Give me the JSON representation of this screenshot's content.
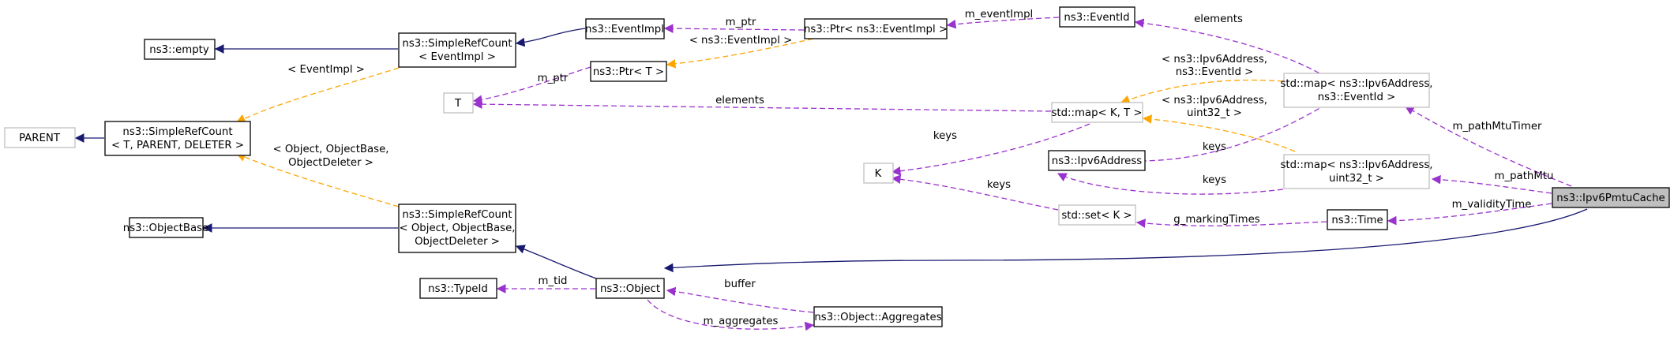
{
  "diagram": {
    "type": "collaboration-graph",
    "nodes": [
      {
        "id": "empty",
        "lines": [
          "ns3::empty"
        ],
        "style": "normal"
      },
      {
        "id": "simplerefcount_eventimpl",
        "lines": [
          "ns3::SimpleRefCount",
          "< EventImpl >"
        ],
        "style": "normal"
      },
      {
        "id": "eventimpl",
        "lines": [
          "ns3::EventImpl"
        ],
        "style": "normal"
      },
      {
        "id": "ptr_eventimpl",
        "lines": [
          "ns3::Ptr< ns3::EventImpl >"
        ],
        "style": "normal"
      },
      {
        "id": "eventid",
        "lines": [
          "ns3::EventId"
        ],
        "style": "normal"
      },
      {
        "id": "ptr_t",
        "lines": [
          "ns3::Ptr< T >"
        ],
        "style": "normal"
      },
      {
        "id": "t",
        "lines": [
          "T"
        ],
        "style": "muted"
      },
      {
        "id": "parent",
        "lines": [
          "PARENT"
        ],
        "style": "muted"
      },
      {
        "id": "simplerefcount_tpd",
        "lines": [
          "ns3::SimpleRefCount",
          "< T, PARENT, DELETER >"
        ],
        "style": "normal"
      },
      {
        "id": "map_kt",
        "lines": [
          "std::map< K, T >"
        ],
        "style": "muted"
      },
      {
        "id": "map_eventid",
        "lines": [
          "std::map< ns3::Ipv6Address,",
          "ns3::EventId >"
        ],
        "style": "muted"
      },
      {
        "id": "k",
        "lines": [
          "K"
        ],
        "style": "muted"
      },
      {
        "id": "ipv6address",
        "lines": [
          "ns3::Ipv6Address"
        ],
        "style": "normal"
      },
      {
        "id": "map_uint32",
        "lines": [
          "std::map< ns3::Ipv6Address,",
          "uint32_t >"
        ],
        "style": "muted"
      },
      {
        "id": "ipv6pmtucache",
        "lines": [
          "ns3::Ipv6PmtuCache"
        ],
        "style": "focus"
      },
      {
        "id": "set_k",
        "lines": [
          "std::set< K >"
        ],
        "style": "muted"
      },
      {
        "id": "time",
        "lines": [
          "ns3::Time"
        ],
        "style": "normal"
      },
      {
        "id": "objectbase",
        "lines": [
          "ns3::ObjectBase"
        ],
        "style": "normal"
      },
      {
        "id": "simplerefcount_object",
        "lines": [
          "ns3::SimpleRefCount",
          "< Object, ObjectBase,",
          "ObjectDeleter >"
        ],
        "style": "normal"
      },
      {
        "id": "typeid",
        "lines": [
          "ns3::TypeId"
        ],
        "style": "normal"
      },
      {
        "id": "object",
        "lines": [
          "ns3::Object"
        ],
        "style": "normal"
      },
      {
        "id": "aggregates",
        "lines": [
          "ns3::Object::Aggregates"
        ],
        "style": "normal"
      }
    ],
    "edge_labels": {
      "m_ptr_1": "m_ptr",
      "m_eventimpl": "m_eventImpl",
      "ptr_tmpl": "< ns3::EventImpl >",
      "m_ptr_2": "m_ptr",
      "eventimpl_tmpl": "< EventImpl >",
      "elements_1": "elements",
      "elements_2": "elements",
      "tmpl_eventid": [
        "< ns3::Ipv6Address,",
        "ns3::EventId >"
      ],
      "tmpl_uint32": [
        "< ns3::Ipv6Address,",
        "uint32_t >"
      ],
      "m_pathmtutimer": "m_pathMtuTimer",
      "keys_1": "keys",
      "keys_2": "keys",
      "keys_3": "keys",
      "keys_4": "keys",
      "m_pathmtu": "m_pathMtu",
      "m_validitytime": "m_validityTime",
      "g_markingtimes": "g_markingTimes",
      "tmpl_object": [
        "< Object, ObjectBase,",
        "ObjectDeleter >"
      ],
      "m_tid": "m_tid",
      "buffer": "buffer",
      "m_aggregates": "m_aggregates"
    }
  }
}
